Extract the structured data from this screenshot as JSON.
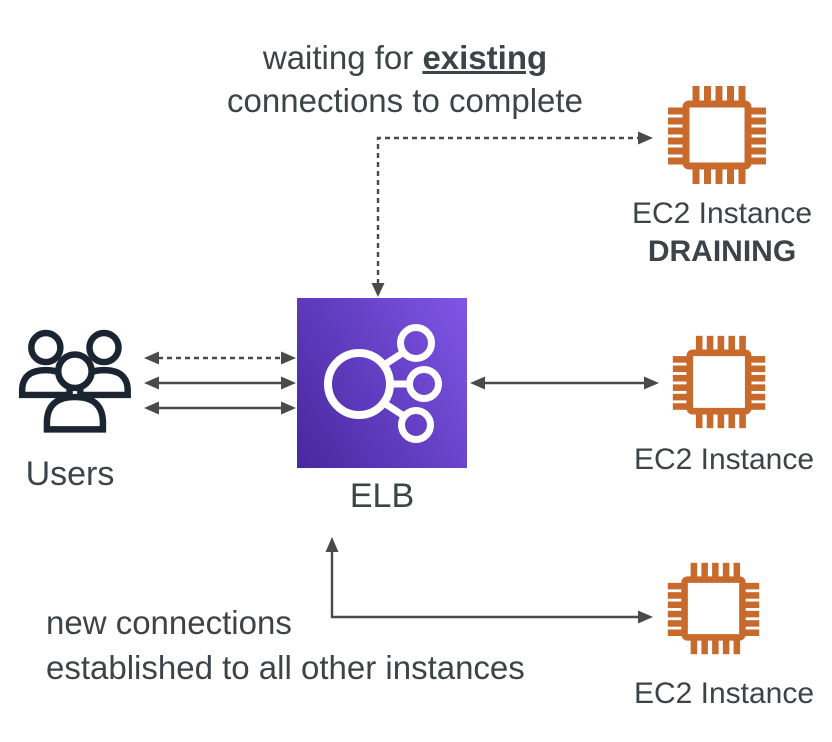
{
  "colors": {
    "chip_orange": "#C96A2D",
    "elb_dark": "#47289F",
    "elb_light": "#7F56E6",
    "ink": "#1B2431",
    "text": "#3E4347",
    "arrow": "#4A4A4A"
  },
  "annotations": {
    "top": {
      "prefix": "waiting for ",
      "highlight": "existing",
      "line2": "connections to complete"
    },
    "bottom": {
      "line1": "new connections",
      "line2": "established to all other instances"
    }
  },
  "nodes": {
    "users": {
      "label": "Users"
    },
    "elb": {
      "label": "ELB"
    },
    "ec2_draining": {
      "label": "EC2 Instance",
      "status": "DRAINING"
    },
    "ec2_middle": {
      "label": "EC2 Instance"
    },
    "ec2_bottom": {
      "label": "EC2 Instance"
    }
  }
}
